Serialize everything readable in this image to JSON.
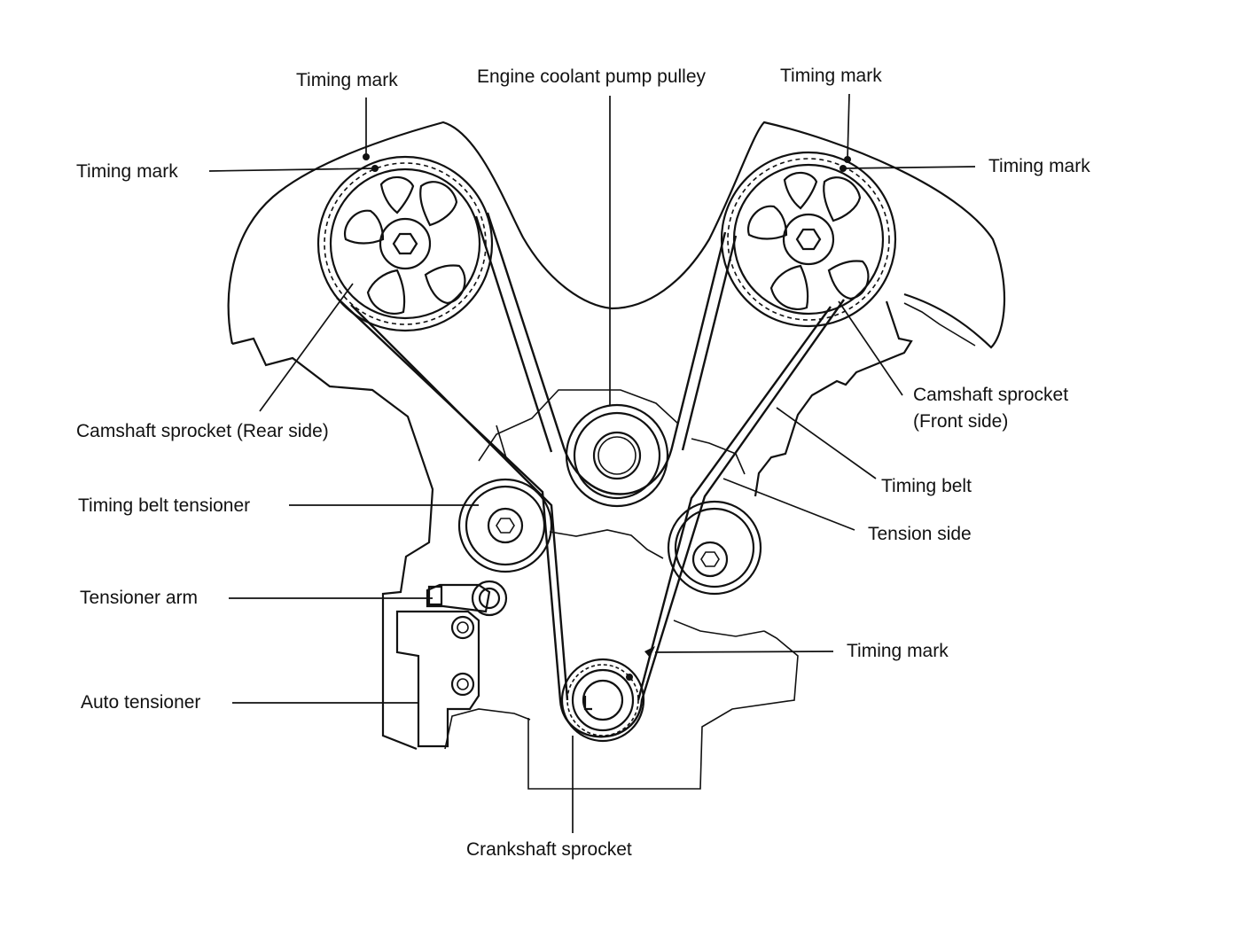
{
  "labels": {
    "timing_mark_top_left": "Timing mark",
    "engine_coolant_pump_pulley": "Engine coolant pump pulley",
    "timing_mark_top_right": "Timing mark",
    "timing_mark_left": "Timing mark",
    "timing_mark_right": "Timing mark",
    "camshaft_sprocket_rear": "Camshaft sprocket (Rear side)",
    "camshaft_sprocket_front_line1": "Camshaft sprocket",
    "camshaft_sprocket_front_line2": "(Front side)",
    "timing_belt": "Timing belt",
    "tension_side": "Tension side",
    "timing_belt_tensioner": "Timing belt tensioner",
    "tensioner_arm": "Tensioner arm",
    "timing_mark_crank": "Timing mark",
    "auto_tensioner": "Auto tensioner",
    "crankshaft_sprocket": "Crankshaft sprocket"
  }
}
